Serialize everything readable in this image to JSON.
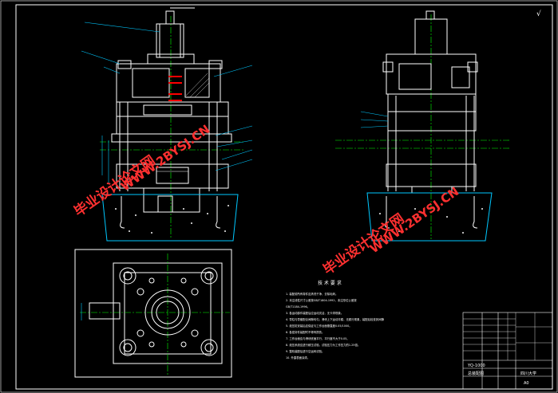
{
  "drawing": {
    "colors": {
      "background": "#000000",
      "outline": "#ffffff",
      "centerline": "#00ff00",
      "hidden": "#00c8ff",
      "leader": "#00c8ff",
      "dim": "#ffff00",
      "section": "#ff0000",
      "watermark": "#ff3030",
      "frame": "#ffffff"
    },
    "watermarks": [
      {
        "text": "毕业设计论文网"
      },
      {
        "text": "WWW.2BYSJ.CN"
      },
      {
        "text": "毕业设计论文网"
      },
      {
        "text": "WWW.2BYSJ.CN"
      }
    ],
    "roughness_mark": "√",
    "notes": {
      "heading": "技 术 要 求",
      "lines": [
        "1. 装配前所有零件应清洗干净，去除毛刺。",
        "2. 未注线性尺寸公差按GB/T1804-1992，未注形位公差按",
        "   GB/T1184-1996。",
        "3. 各运动部件装配后应运动灵活，无卡滞现象。",
        "4. 导柱与导套配合间隙均匀，滑块上下运动平稳，无爬行现象，装配后检查其间隙",
        "5. 液压缸安装后应保证与工作台面垂直度0.05/1000。",
        "6. 各密封件装配时不得有损伤。",
        "7. 工作台面应与滑块底面平行，平行度不大于0.05。",
        "8. 液压系统应进行耐压试验，试验压力为工作压力的1.25倍。",
        "9. 整机装配后进行空运转试验。",
        "10. 外露表面涂漆。"
      ]
    },
    "title_block": {
      "model": "YQ-1000",
      "name": "总装配图",
      "school": "四川大学",
      "sheet": "A0"
    }
  }
}
